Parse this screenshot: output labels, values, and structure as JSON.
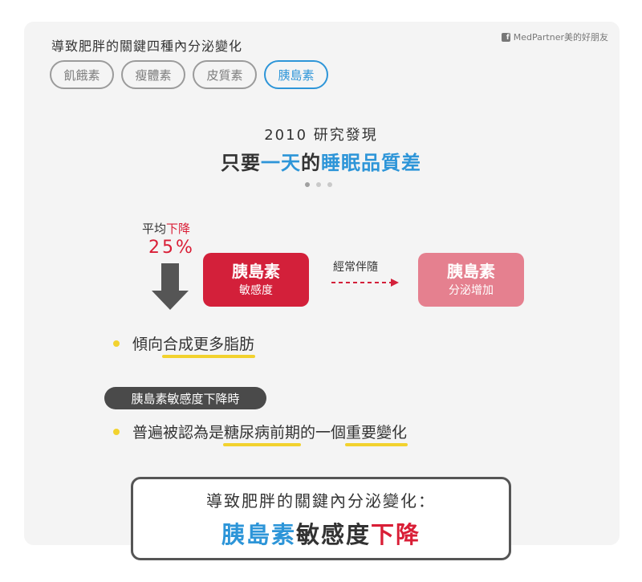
{
  "header": {
    "title": "導致肥胖的關鍵四種內分泌變化",
    "brand": "MedPartner美的好朋友",
    "brand_icon_letter": "f"
  },
  "tabs": [
    {
      "label": "飢餓素",
      "active": false
    },
    {
      "label": "瘦體素",
      "active": false
    },
    {
      "label": "皮質素",
      "active": false
    },
    {
      "label": "胰島素",
      "active": true
    }
  ],
  "intro": {
    "study_line": "2010 研究發現",
    "headline": {
      "a": "只要",
      "b": "一天",
      "c": "的",
      "d": "睡眠品質差"
    }
  },
  "pagination": {
    "total": 3,
    "current": 1
  },
  "drop": {
    "label_a": "平均",
    "label_b": "下降",
    "value": "25%"
  },
  "box_left": {
    "title": "胰島素",
    "subtitle": "敏感度"
  },
  "connector": {
    "label": "經常伴隨"
  },
  "box_right": {
    "title": "胰島素",
    "subtitle": "分泌增加"
  },
  "bullet1": {
    "a": "傾向",
    "b": "合成更多脂肪"
  },
  "pill": {
    "label": "胰島素敏感度下降時"
  },
  "bullet2": {
    "a": "普遍被認為是",
    "b": "糖尿病前期",
    "c": "的一個",
    "d": "重要變化"
  },
  "summary": {
    "line1": "導致肥胖的關鍵內分泌變化：",
    "line2": {
      "a": "胰島素",
      "b": "敏感度",
      "c": "下降"
    }
  },
  "colors": {
    "accent_blue": "#2d95d8",
    "accent_red": "#d91e36",
    "box_red": "#d3203a",
    "box_pink": "#e5808f",
    "highlight_yellow": "#f2d22e"
  }
}
